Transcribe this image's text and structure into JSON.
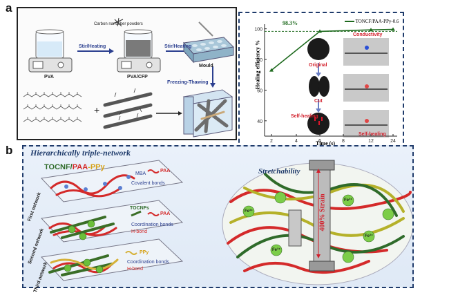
{
  "panels": {
    "a": "a",
    "b": "b"
  },
  "panel_a": {
    "carbon_label": "Carbon nanofiber powders",
    "step1": "Stir/Heating",
    "step2": "Stir/Heating",
    "mould": "Mould",
    "freeze": "Freezing-Thawing",
    "beaker1": "PVA",
    "beaker2": "PVA/CFP"
  },
  "chart_data": {
    "type": "line",
    "series": [
      {
        "name": "TONCF/PAA-PPy-0.6",
        "x": [
          2,
          6,
          12,
          24
        ],
        "values": [
          73,
          98.3,
          99.3,
          99.6
        ]
      }
    ],
    "x_ticks": [
      "2",
      "4",
      "6",
      "8",
      "12",
      "24"
    ],
    "y_ticks": [
      "40",
      "60",
      "80",
      "100"
    ],
    "ylim": [
      30,
      103
    ],
    "xlabel": "Time (s)",
    "ylabel": "Healing efficiency %",
    "annotation": "98.3%",
    "legend_position": "top-right",
    "line_color": "#1e6a1e",
    "photo_labels": {
      "original": "Original",
      "cut": "Cut",
      "healing": "Self-healing"
    },
    "conductivity_labels": {
      "title": "Conductivity",
      "healing": "Self-healing"
    }
  },
  "panel_b": {
    "title": "Hierarchically triple-network",
    "brand_t": "TOCNF/",
    "brand_p": "PAA",
    "brand_y": "-PPy",
    "stretch": "Stretchability",
    "strain": "400% Strain",
    "layers": [
      {
        "side": "First network",
        "legend": [
          "PAA",
          "MBA",
          "Covalent bonds"
        ]
      },
      {
        "side": "Second network",
        "legend": [
          "PAA",
          "TOCNFs",
          "Coordination bonds",
          "H-bond"
        ]
      },
      {
        "side": "Third network",
        "legend": [
          "PPy",
          "Coordination bonds",
          "H-bond"
        ]
      }
    ],
    "ion": "Fe³⁺"
  }
}
